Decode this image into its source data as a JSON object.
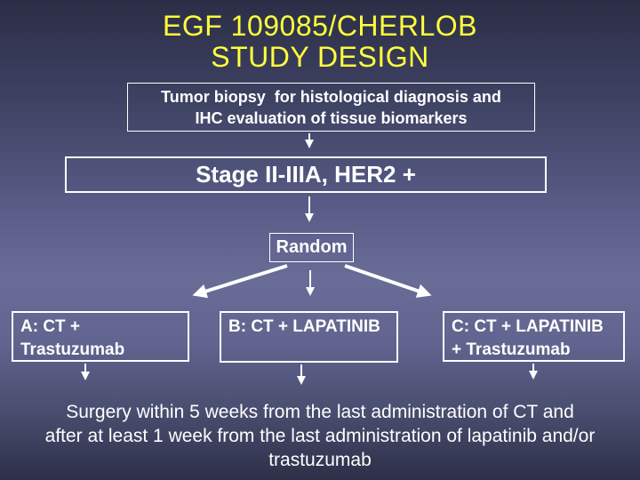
{
  "slide": {
    "title": "EGF 109085/CHERLOB\nSTUDY DESIGN",
    "boxes": {
      "biopsy": "Tumor biopsy  for histological diagnosis and\nIHC evaluation of tissue biomarkers",
      "stage": "Stage II-IIIA, HER2 +",
      "random": "Random",
      "arm_a": "A: CT +\nTrastuzumab",
      "arm_b": "B: CT + LAPATINIB",
      "arm_c": "C: CT + LAPATINIB\n+ Trastuzumab"
    },
    "footer": "Surgery within 5 weeks from the last administration of CT and\nafter at least 1 week from the last administration of lapatinib and/or\ntrastuzumab",
    "colors": {
      "bg_top": "#2c2e46",
      "bg_mid": "#686c97",
      "bg_bottom": "#2d2f48",
      "title_text": "#ffff3b",
      "body_text": "#ffffff",
      "box_border": "#ffffff"
    }
  }
}
